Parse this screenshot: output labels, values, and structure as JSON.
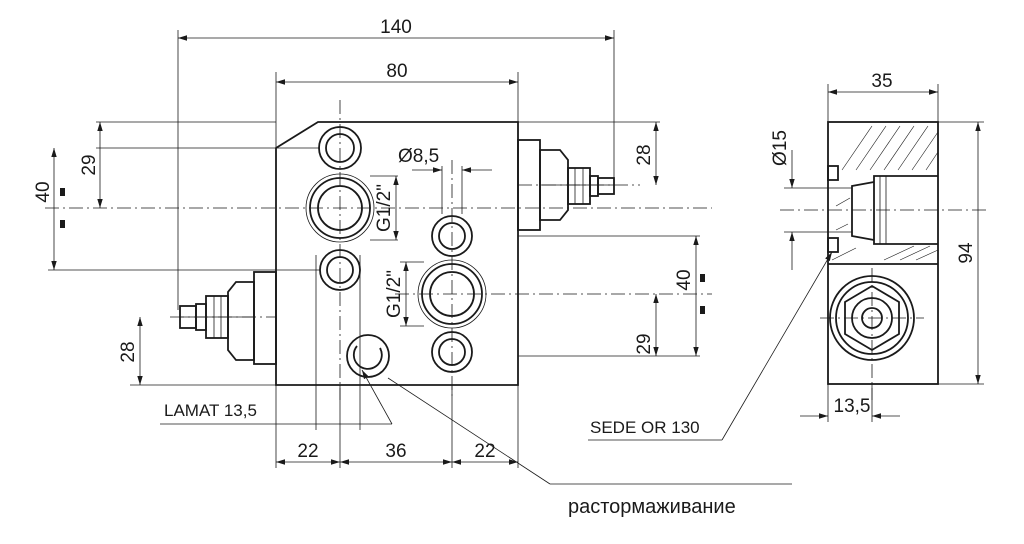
{
  "dimensions": {
    "width_140": "140",
    "width_80": "80",
    "width_35": "35",
    "height_94": "94",
    "left_40": "40",
    "left_29": "29",
    "left_28": "28",
    "right_28": "28",
    "right_40": "40",
    "right_29": "29",
    "bottom_22_left": "22",
    "bottom_36": "36",
    "bottom_22_right": "22",
    "side_13_5": "13,5",
    "dia_8_5": "Ø8,5",
    "dia_15": "Ø15",
    "thread_top": "G1/2\"",
    "thread_mid": "G1/2\""
  },
  "labels": {
    "lamat": "LAMAT 13,5",
    "sede": "SEDE OR 130",
    "release": "растормаживание"
  }
}
